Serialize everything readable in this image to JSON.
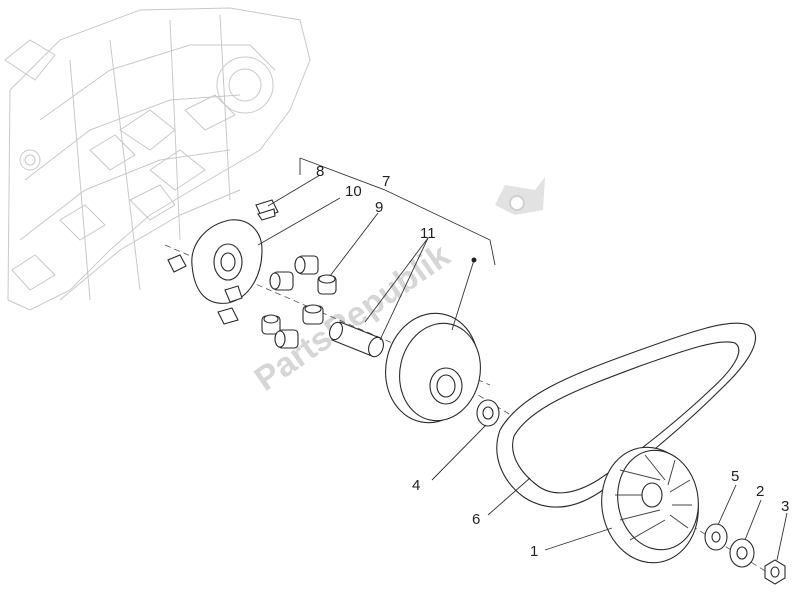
{
  "watermark": {
    "text": "PartsRepublik",
    "icon": "gear-flag-icon"
  },
  "callouts": [
    {
      "id": "label-1",
      "text": "1"
    },
    {
      "id": "label-2",
      "text": "2"
    },
    {
      "id": "label-3",
      "text": "3"
    },
    {
      "id": "label-4",
      "text": "4"
    },
    {
      "id": "label-5",
      "text": "5"
    },
    {
      "id": "label-6",
      "text": "6"
    },
    {
      "id": "label-7",
      "text": "7"
    },
    {
      "id": "label-8",
      "text": "8"
    },
    {
      "id": "label-9",
      "text": "9"
    },
    {
      "id": "label-10",
      "text": "10"
    },
    {
      "id": "label-11",
      "text": "11"
    }
  ]
}
